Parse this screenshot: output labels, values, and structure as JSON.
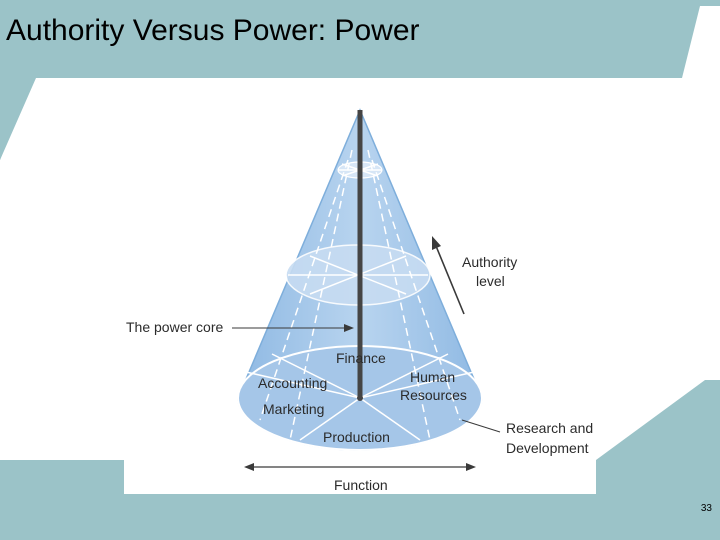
{
  "slide": {
    "title": "Authority Versus Power: Power",
    "page_number": "33"
  },
  "diagram": {
    "labels": {
      "power_core": "The power core",
      "authority_line1": "Authority",
      "authority_line2": "level",
      "finance": "Finance",
      "accounting": "Accounting",
      "human_line1": "Human",
      "human_line2": "Resources",
      "marketing": "Marketing",
      "production": "Production",
      "rnd_line1": "Research and",
      "rnd_line2": "Development",
      "function": "Function"
    }
  },
  "colors": {
    "frame_teal": "#9bc3c8",
    "cone_fill": "#a9c9ea",
    "cone_edge": "#7eaedb",
    "core_line": "#454545",
    "label_text": "#2b2b2b"
  }
}
